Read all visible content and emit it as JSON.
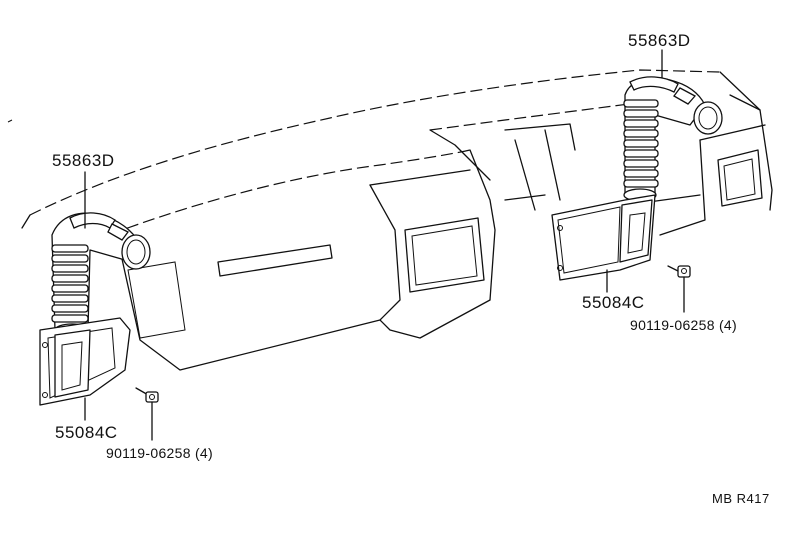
{
  "diagram": {
    "parts": {
      "duct_left": "55863D",
      "duct_right": "55863D",
      "nozzle_left": "55084C",
      "nozzle_right": "55084C",
      "bolt_left": "90119-06258  (4)",
      "bolt_right": "90119-06258  (4)"
    },
    "illustration_code": "MB R417"
  }
}
